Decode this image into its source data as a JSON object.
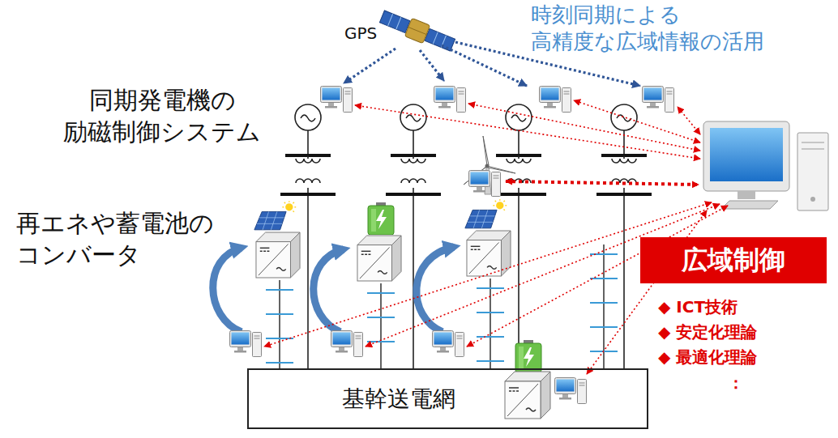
{
  "diagram": {
    "nodes": [
      {
        "text": [
          "広域制御"
        ]
      },
      {
        "text": [
          "基幹送電網"
        ]
      }
    ],
    "labels": [
      "GPS",
      "時刻同期による 高精度な広域情報の活用",
      "同期発電機の 励磁制御システム",
      "再エネや蓄電池の コンバータ",
      "◆ ICT技術",
      "◆ 安定化理論",
      "◆ 最適化理論",
      "："
    ]
  }
}
